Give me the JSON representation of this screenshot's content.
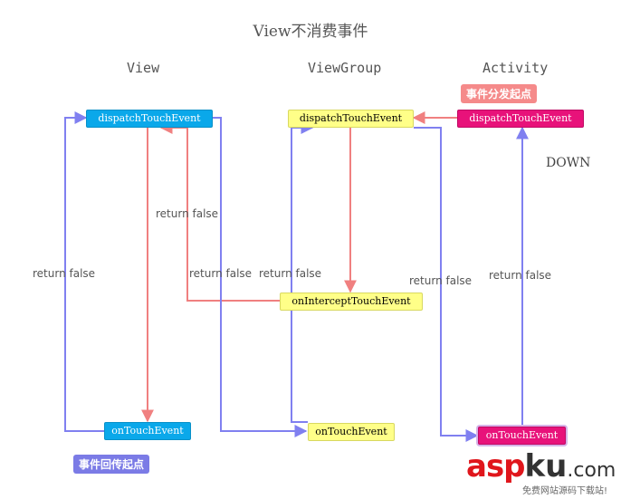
{
  "title": "View不消费事件",
  "columns": {
    "view": "View",
    "viewgroup": "ViewGroup",
    "activity": "Activity"
  },
  "nodes": {
    "view_dispatch": "dispatchTouchEvent",
    "view_ontouch": "onTouchEvent",
    "vg_dispatch": "dispatchTouchEvent",
    "vg_intercept": "onInterceptTouchEvent",
    "vg_ontouch": "onTouchEvent",
    "act_dispatch": "dispatchTouchEvent",
    "act_ontouch": "onTouchEvent"
  },
  "edge_labels": {
    "view_left_return": "return false",
    "view_inner_return": "return false",
    "view_dispatch_return": "return false",
    "vg_inner_return": "return false",
    "vg_to_act_return": "return false",
    "act_return": "return false"
  },
  "badges": {
    "dispatch_start": "事件分发起点",
    "backtrack_start": "事件回传起点"
  },
  "badge_colors": {
    "dispatch_start": "#f58a8a",
    "backtrack_start": "#7b7be6"
  },
  "arrow_colors": {
    "down": "#f08080",
    "up": "#8080f0"
  },
  "down_label": "DOWN",
  "watermark": {
    "brand": "asp",
    "ku": "ku",
    "dot": ".com",
    "sub": "免费网站源码下载站!"
  }
}
